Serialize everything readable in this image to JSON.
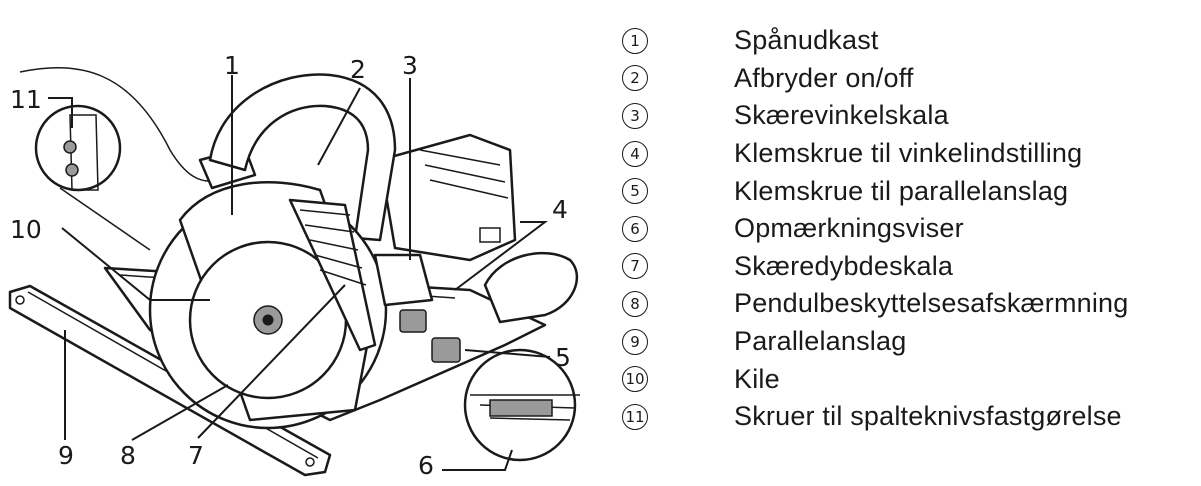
{
  "callouts": [
    "1",
    "2",
    "3",
    "4",
    "5",
    "6",
    "7",
    "8",
    "9",
    "10",
    "11"
  ],
  "legend": [
    {
      "num": "1",
      "label": "Spånudkast"
    },
    {
      "num": "2",
      "label": "Afbryder on/off"
    },
    {
      "num": "3",
      "label": "Skærevinkelskala"
    },
    {
      "num": "4",
      "label": "Klemskrue til vinkelindstilling"
    },
    {
      "num": "5",
      "label": "Klemskrue til parallelanslag"
    },
    {
      "num": "6",
      "label": "Opmærkningsviser"
    },
    {
      "num": "7",
      "label": "Skæredybdeskala"
    },
    {
      "num": "8",
      "label": "Pendulbeskyttelsesafskærmning"
    },
    {
      "num": "9",
      "label": "Parallelanslag"
    },
    {
      "num": "10",
      "label": "Kile"
    },
    {
      "num": "11",
      "label": "Skruer til spalteknivsfastgørelse"
    }
  ]
}
